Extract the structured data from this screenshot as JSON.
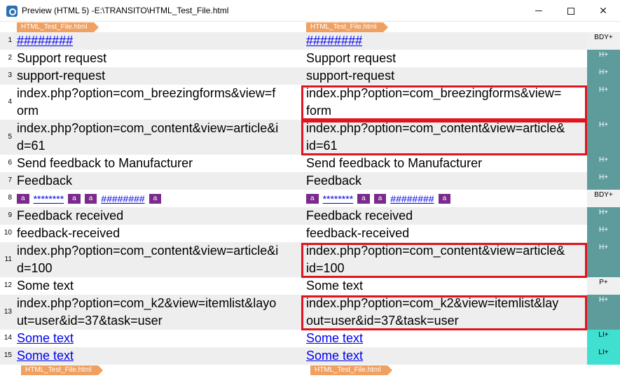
{
  "window": {
    "title": "Preview (HTML 5) -E:\\TRANSITO\\HTML_Test_File.html",
    "minimize_label": "—",
    "maximize_label": "☐",
    "close_label": "✕"
  },
  "file_tag": "HTML_Test_File.html",
  "rows": [
    {
      "num": "1",
      "left": "########",
      "right": "########",
      "tag": "BDY+",
      "link": true
    },
    {
      "num": "2",
      "left": "Support request",
      "right": "Support request",
      "tag": "H+"
    },
    {
      "num": "3",
      "left": "support-request",
      "right": "support-request",
      "tag": "H+"
    },
    {
      "num": "4",
      "left_l1": "index.php?option=com_breezingforms&view=f",
      "left_l2": "orm",
      "right_l1": "index.php?option=com_breezingforms&view=",
      "right_l2": "form",
      "tag": "H+"
    },
    {
      "num": "5",
      "left_l1": "index.php?option=com_content&view=article&i",
      "left_l2": "d=61",
      "right_l1": "index.php?option=com_content&view=article&",
      "right_l2": "id=61",
      "tag": "H+"
    },
    {
      "num": "6",
      "left": "Send feedback to Manufacturer",
      "right": "Send feedback to Manufacturer",
      "tag": "H+"
    },
    {
      "num": "7",
      "left": "Feedback",
      "right": "Feedback",
      "tag": "H+"
    },
    {
      "num": "8",
      "mark_a": "a",
      "stars": "********",
      "hashes": "########",
      "tag": "BDY+"
    },
    {
      "num": "9",
      "left": "Feedback received",
      "right": "Feedback received",
      "tag": "H+"
    },
    {
      "num": "10",
      "left": "feedback-received",
      "right": "feedback-received",
      "tag": "H+"
    },
    {
      "num": "11",
      "left_l1": "index.php?option=com_content&view=article&i",
      "left_l2": "d=100",
      "right_l1": "index.php?option=com_content&view=article&",
      "right_l2": "id=100",
      "tag": "H+"
    },
    {
      "num": "12",
      "left": "Some text",
      "right": "Some text",
      "tag": "P+"
    },
    {
      "num": "13",
      "left_l1": "index.php?option=com_k2&view=itemlist&layo",
      "left_l2": "ut=user&id=37&task=user",
      "right_l1": "index.php?option=com_k2&view=itemlist&lay",
      "right_l2": "out=user&id=37&task=user",
      "tag": "H+"
    },
    {
      "num": "14",
      "left": "Some text",
      "right": "Some text",
      "tag": "LI+",
      "link": true
    },
    {
      "num": "15",
      "left": "Some text",
      "right": "Some text",
      "tag": "LI+",
      "link": true
    }
  ],
  "colors": {
    "highlight_border": "#e0141e",
    "heading_tag": "#5e9c9c",
    "list_tag": "#40e0d0",
    "file_tag": "#f0a060",
    "anchor_mark": "#7a2a8c"
  }
}
